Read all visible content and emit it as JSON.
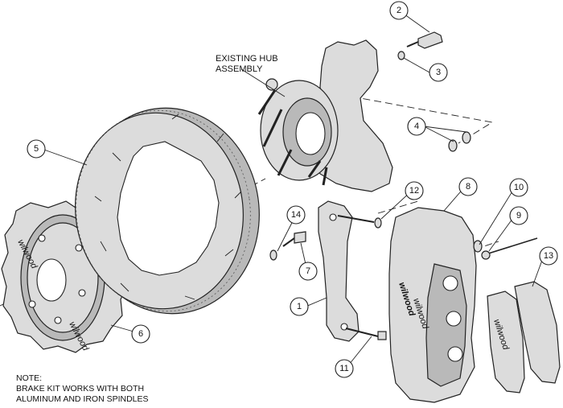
{
  "labels": {
    "existing_hub_line1": "EXISTING HUB",
    "existing_hub_line2": "ASSEMBLY",
    "note_title": "NOTE:",
    "note_line1": "BRAKE KIT WORKS WITH BOTH",
    "note_line2": "ALUMINUM AND IRON SPINDLES"
  },
  "callouts": {
    "c1": "1",
    "c2": "2",
    "c3": "3",
    "c4": "4",
    "c5": "5",
    "c6": "6",
    "c7": "7",
    "c8": "8",
    "c9": "9",
    "c10": "10",
    "c11": "11",
    "c12": "12",
    "c13": "13",
    "c14": "14"
  },
  "branding": {
    "hat_logo": "wilwood",
    "hat_logo_2": "wilwood",
    "caliper_logo": "wilwood",
    "caliper_logo_2": "wilwood",
    "pad_logo": "wilwood"
  }
}
